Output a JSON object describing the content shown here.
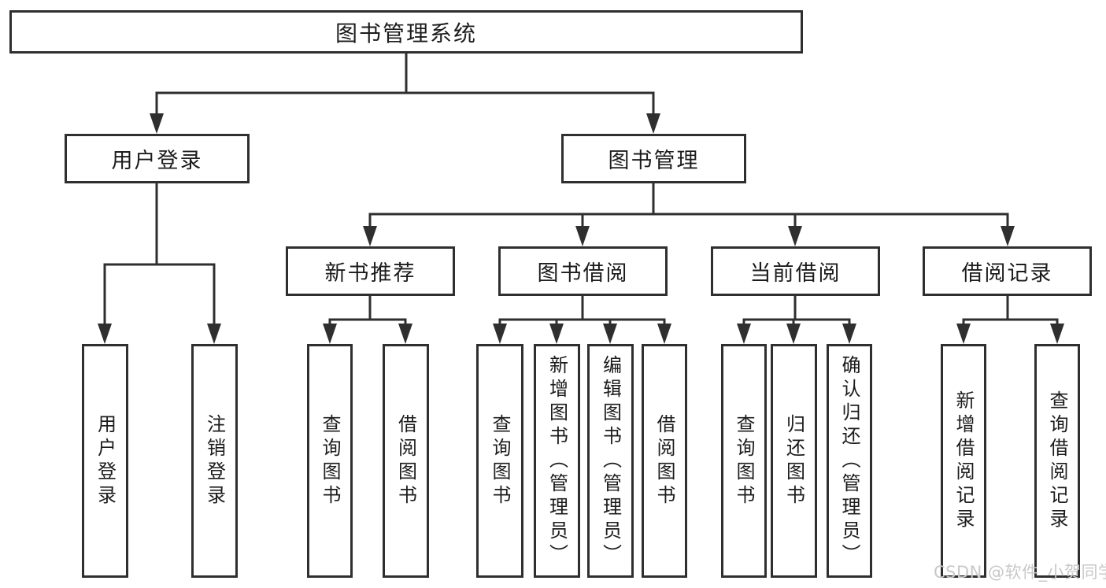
{
  "tree": {
    "root": "图书管理系统",
    "user_login": {
      "label": "用户登录",
      "children": [
        "用户登录",
        "注销登录"
      ]
    },
    "book_mgmt": {
      "label": "图书管理",
      "sections": {
        "new_book": {
          "label": "新书推荐",
          "children": [
            "查询图书",
            "借阅图书"
          ]
        },
        "borrow": {
          "label": "图书借阅",
          "children": [
            "查询图书",
            "新增图书（管理员）",
            "编辑图书（管理员）",
            "借阅图书"
          ]
        },
        "current": {
          "label": "当前借阅",
          "children": [
            "查询图书",
            "归还图书",
            "确认归还（管理员）"
          ]
        },
        "records": {
          "label": "借阅记录",
          "children": [
            "新增借阅记录",
            "查询借阅记录"
          ]
        }
      }
    }
  },
  "watermark": "CSDN @软件_小贺同学",
  "colors": {
    "line": "#2f2f2f",
    "text": "#1c1c1c",
    "bg": "#ffffff",
    "watermark": "#c8c8c8"
  }
}
